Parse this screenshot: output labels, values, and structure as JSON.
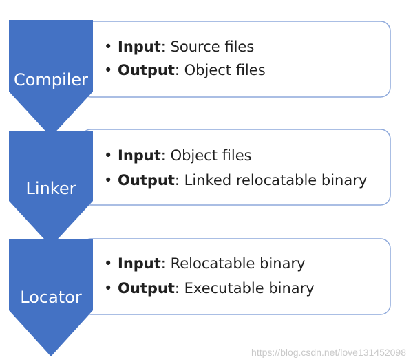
{
  "steps": [
    {
      "label": "Compiler",
      "bullets": [
        {
          "key": "Input",
          "sep": ": ",
          "value": "Source files"
        },
        {
          "key": "Output",
          "sep": ": ",
          "value": "Object files"
        }
      ]
    },
    {
      "label": "Linker",
      "bullets": [
        {
          "key": "Input",
          "sep": ": ",
          "value": "Object files"
        },
        {
          "key": "Output",
          "sep": ": ",
          "value": "Linked relocatable binary"
        }
      ]
    },
    {
      "label": "Locator",
      "bullets": [
        {
          "key": "Input",
          "sep": ": ",
          "value": "Relocatable binary"
        },
        {
          "key": "Output",
          "sep": ": ",
          "value": "Executable binary"
        }
      ]
    }
  ],
  "bullet_char": "•",
  "watermark": "https://blog.csdn.net/love131452098",
  "colors": {
    "chevron": "#4472C4",
    "box_border": "#8EA9DB",
    "box_fill": "#ffffff",
    "text": "#202020",
    "label": "#ffffff"
  }
}
